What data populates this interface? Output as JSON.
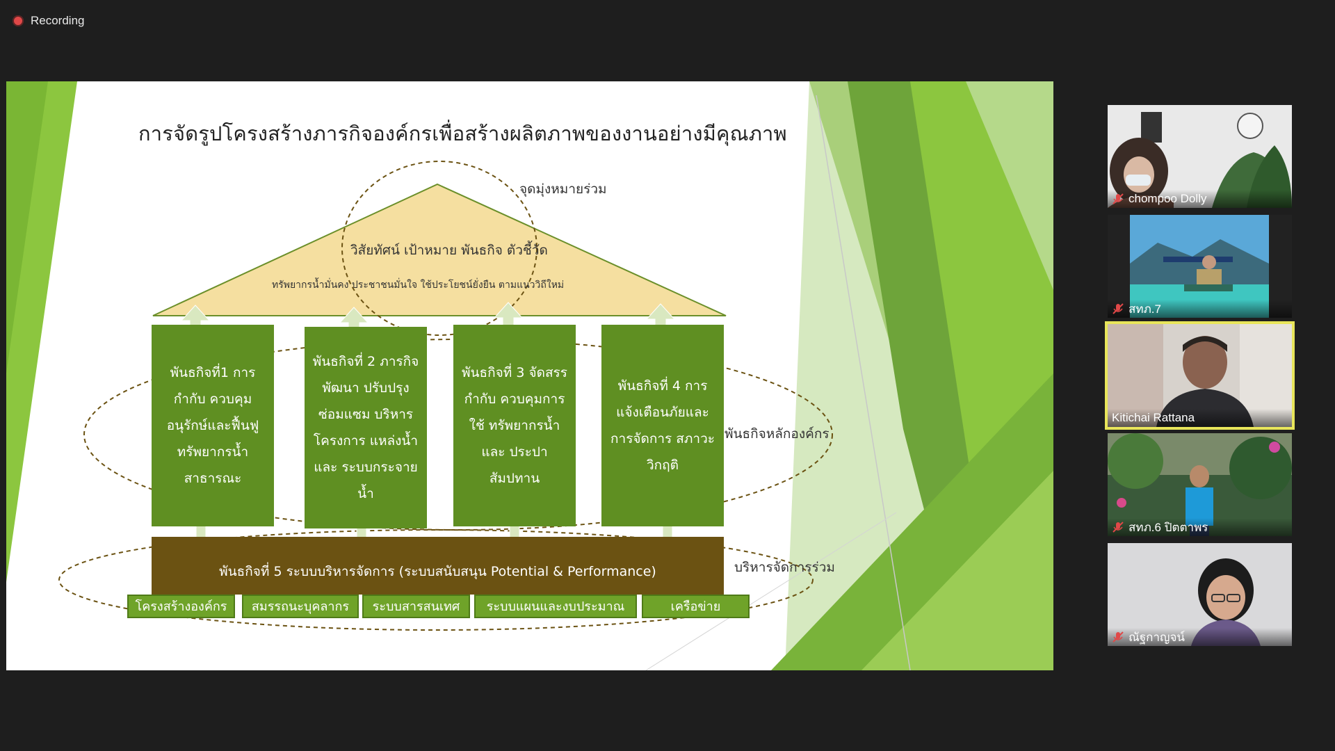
{
  "recording": {
    "label": "Recording",
    "dot_color": "#e04848"
  },
  "slide": {
    "title": "การจัดรูปโครงสร้างภารกิจองค์กรเพื่อสร้างผลิตภาพของงานอย่างมีคุณภาพ",
    "goal_label": "จุดมุ่งหมายร่วม",
    "roof_line1": "วิสัยทัศน์ เป้าหมาย พันธกิจ ตัวชี้วัด",
    "roof_line2": "ทรัพยากรน้ำมั่นคง ประชาชนมั่นใจ ใช้ประโยชน์ยั่งยืน ตามแนววิถีใหม่",
    "core_label": "พันธกิจหลักองค์กร",
    "shared_label": "บริหารจัดการร่วม",
    "pillars": [
      {
        "text": "พันธกิจที่1 การกำกับ ควบคุม อนุรักษ์และฟื้นฟู ทรัพยากรน้ำ สาธารณะ"
      },
      {
        "text": "พันธกิจที่ 2 ภารกิจพัฒนา ปรับปรุง ซ่อมแซม บริหารโครงการ แหล่งน้ำและ ระบบกระจายน้ำ"
      },
      {
        "text": "พันธกิจที่ 3 จัดสรร กำกับ ควบคุมการใช้ ทรัพยากรน้ำและ ประปาสัมปทาน"
      },
      {
        "text": "พันธกิจที่ 4 การ แจ้งเตือนภัยและ การจัดการ สภาวะวิกฤติ"
      }
    ],
    "base_text": "พันธกิจที่ 5 ระบบบริหารจัดการ (ระบบสนับสนุน Potential & Performance)",
    "sub_items": [
      "โครงสร้างองค์กร",
      "สมรรถนะบุคลากร",
      "ระบบสารสนเทศ",
      "ระบบแผนและงบประมาณ",
      "เครือข่าย"
    ],
    "colors": {
      "pillar": "#5f8f22",
      "base": "#6b5212",
      "roof": "#f5dfa0",
      "accent_green": "#8cc63f"
    }
  },
  "participants": [
    {
      "name": "chompoo Dolly",
      "muted": true,
      "active": false
    },
    {
      "name": "สทภ.7",
      "muted": true,
      "active": false
    },
    {
      "name": "Kitichai Rattana",
      "muted": false,
      "active": true
    },
    {
      "name": "สทภ.6 ปิตตาพร",
      "muted": true,
      "active": false
    },
    {
      "name": "ณัฐกาญจน์",
      "muted": true,
      "active": false
    }
  ]
}
